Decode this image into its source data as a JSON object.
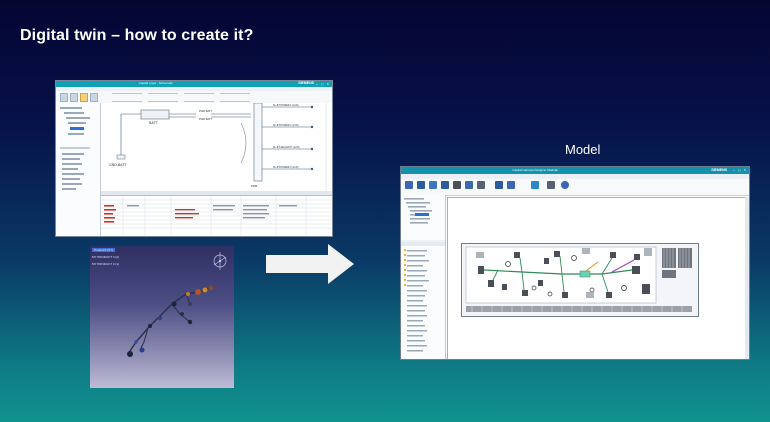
{
  "slide": {
    "title": "Digital twin – how to create it?",
    "model_label": "Model"
  },
  "shot_schematic": {
    "title_text": "Capital Logic - Schematic",
    "brand": "SIEMENS",
    "labels": {
      "batt": "BATT",
      "gnd": "GND-BATT",
      "pdb": "PDB",
      "wire1": "PWR BATT",
      "wire2": "PWR BATT",
      "net1": "SL-BT-POWER 1 (LCD)",
      "net2": "SL-BT-POWER 2 (LCD)",
      "net3": "SL-BT-SECURITY (LCD)",
      "net4": "SL-BT-POWER 3 (LCD)"
    }
  },
  "shot_3d": {
    "tree_items": [
      "ProductX (XY)",
      "MY PRODUCT 0 (2)",
      "MY PRODUCT 0 (1)"
    ]
  },
  "shot_harness": {
    "title_text": "Capital Harness Designer Modular",
    "brand": "SIEMENS"
  },
  "colors": {
    "accent_teal": "#1492ab",
    "arrow": "#f2f2f2",
    "wire_green": "#2e8b57",
    "wire_orange": "#e08a1e",
    "wire_purple": "#9b3fc2"
  }
}
